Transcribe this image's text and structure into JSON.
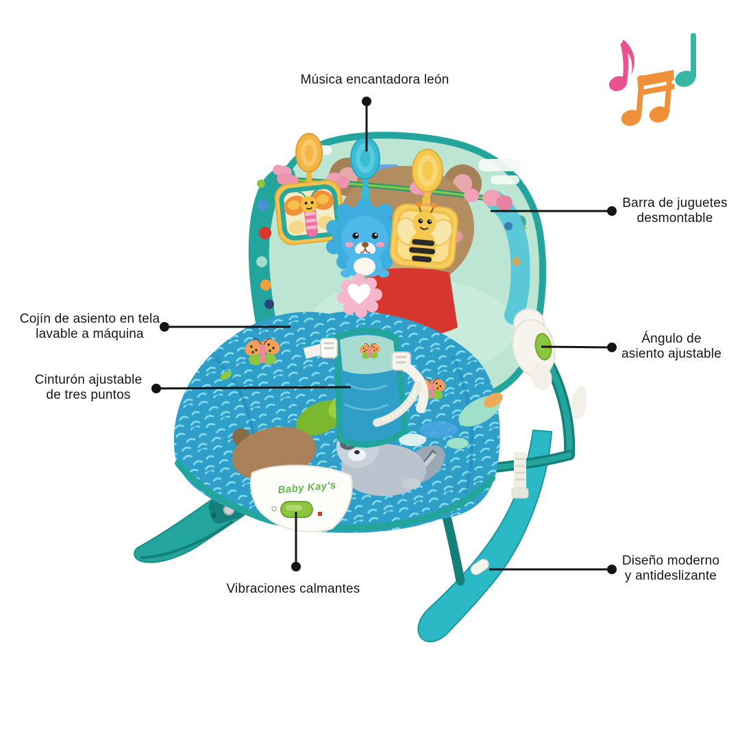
{
  "palette": {
    "line": "#141414",
    "frame-teal": "#23a49c",
    "frame-teal-dark": "#157f7a",
    "frame-cyan": "#2cb9c6",
    "seat-blue": "#2f9fc9",
    "seat-blue-dark": "#1f86b8",
    "mint": "#bce6d3",
    "bear-tan": "#b28d60",
    "red": "#d6362e",
    "toy-yellow": "#f5c84e",
    "toy-orange": "#f3a93d",
    "toy-blue": "#45b4e6",
    "toy-teal-disc": "#38bcd3",
    "bead-pink": "#f2a0b8",
    "accent-green": "#8cc63e",
    "logo-green": "#5fb84a",
    "note-pink": "#e8538f",
    "note-orange": "#f0913a",
    "note-teal": "#36b6a3"
  },
  "callouts": {
    "music": {
      "lines": [
        "Música encantadora león"
      ]
    },
    "toy_bar": {
      "lines": [
        "Barra de juguetes",
        "desmontable"
      ]
    },
    "seat_fabric": {
      "lines": [
        "Cojín de asiento en tela",
        "lavable a máquina"
      ]
    },
    "belt": {
      "lines": [
        "Cinturón ajustable",
        "de tres puntos"
      ]
    },
    "recline": {
      "lines": [
        "Ángulo de",
        "asiento ajustable"
      ]
    },
    "vibration": {
      "lines": [
        "Vibraciones calmantes"
      ]
    },
    "design": {
      "lines": [
        "Diseño moderno",
        "y antideslizante"
      ]
    }
  },
  "product": {
    "brand": "Baby Kay's",
    "switch_off_marker": "O"
  }
}
